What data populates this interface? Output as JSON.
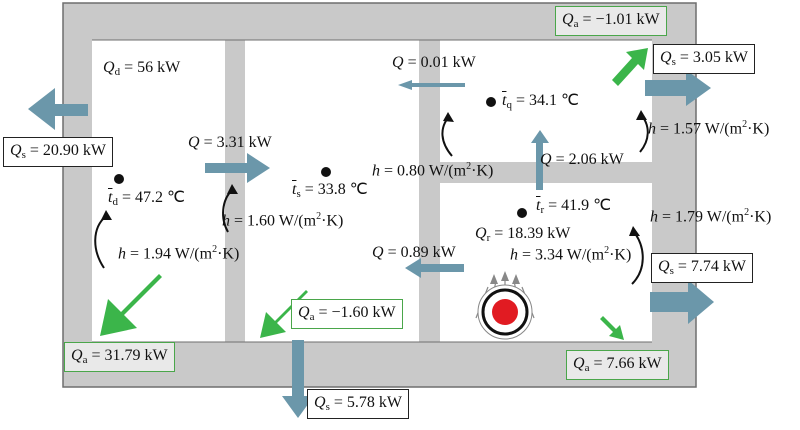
{
  "labels": {
    "qd": "Q_d = 56 kW",
    "q_top": "Q = 0.01 kW",
    "tq": "t_q = 34.1 ℃",
    "h_157": "h = 1.57 W/(m²·K)",
    "q_331": "Q = 3.31 kW",
    "q_206": "Q = 2.06 kW",
    "h_080": "h = 0.80 W/(m²·K)",
    "ts": "t_s = 33.8 ℃",
    "td": "t_d = 47.2 ℃",
    "tr": "t_r = 41.9 ℃",
    "h_160": "h = 1.60 W/(m²·K)",
    "h_179": "h = 1.79 W/(m²·K)",
    "qr": "Q_r = 18.39 kW",
    "h_194": "h = 1.94 W/(m²·K)",
    "q_089": "Q = 0.89 kW",
    "h_334": "h = 3.34 W/(m²·K)"
  },
  "boxes": {
    "qa_top": "Q_a = −1.01 kW",
    "qs_right_top": "Q_s = 3.05 kW",
    "qs_left": "Q_s = 20.90 kW",
    "qs_right_mid": "Q_s = 7.74 kW",
    "qa_mid": "Q_a = −1.60 kW",
    "qa_left": "Q_a = 31.79 kW",
    "qa_right": "Q_a = 7.66 kW",
    "qs_bottom": "Q_s = 5.78 kW"
  },
  "colors": {
    "wall": "#c9c9c9",
    "wall_edge": "#6e6e6e",
    "green_arrow": "#3bb54a",
    "blue_arrow": "#6b97aa",
    "source_red": "#e11b22"
  },
  "icons": [
    "heat-source-icon"
  ]
}
